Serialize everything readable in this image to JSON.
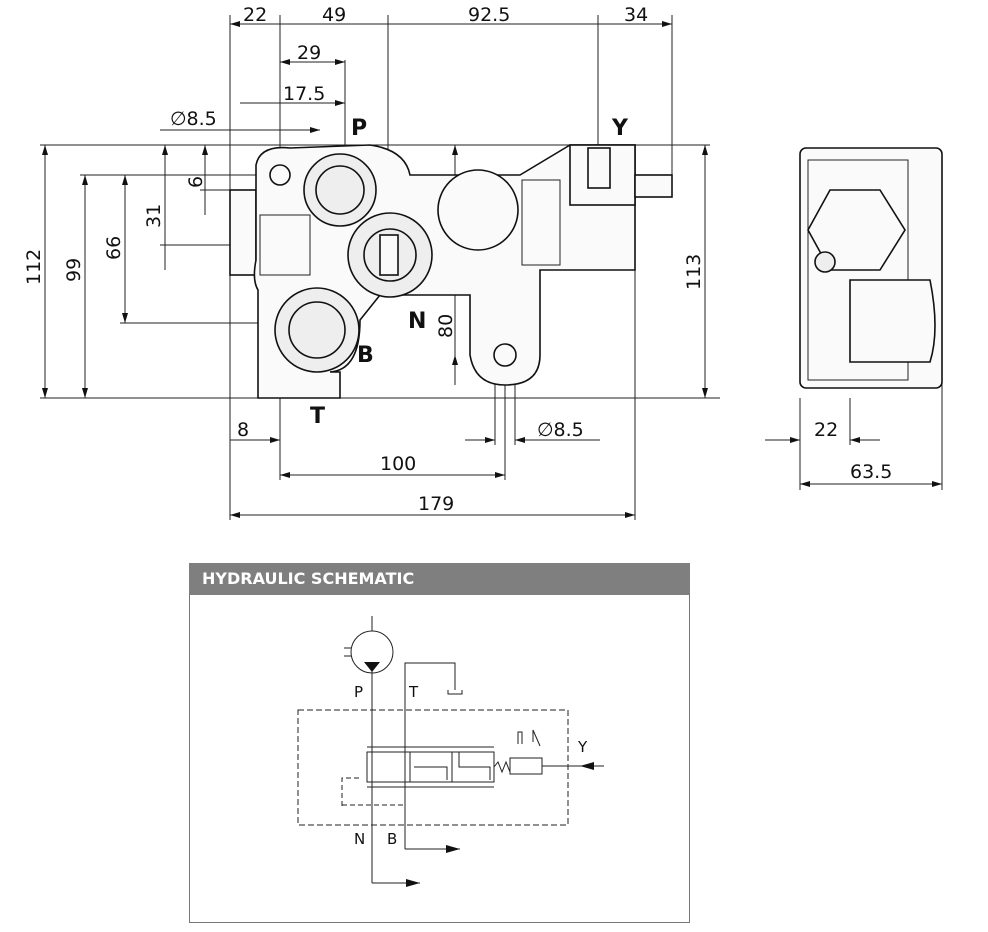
{
  "drawing": {
    "top_dims": [
      "22",
      "49",
      "92.5",
      "34"
    ],
    "dim_29": "29",
    "dim_17_5": "17.5",
    "dim_dia_top": "∅8.5",
    "dim_6": "6",
    "dim_31": "31",
    "dim_66": "66",
    "dim_99": "99",
    "dim_112": "112",
    "dim_113": "113",
    "dim_80": "80",
    "dim_8": "8",
    "dim_dia_bottom": "∅8.5",
    "dim_100": "100",
    "dim_179": "179",
    "side_dim_22": "22",
    "side_dim_63_5": "63.5",
    "ports": {
      "P": "P",
      "Y": "Y",
      "N": "N",
      "B": "B",
      "T": "T"
    }
  },
  "schematic": {
    "title": "HYDRAULIC SCHEMATIC",
    "labels": {
      "P": "P",
      "T": "T",
      "Y": "Y",
      "N": "N",
      "B": "B"
    }
  }
}
